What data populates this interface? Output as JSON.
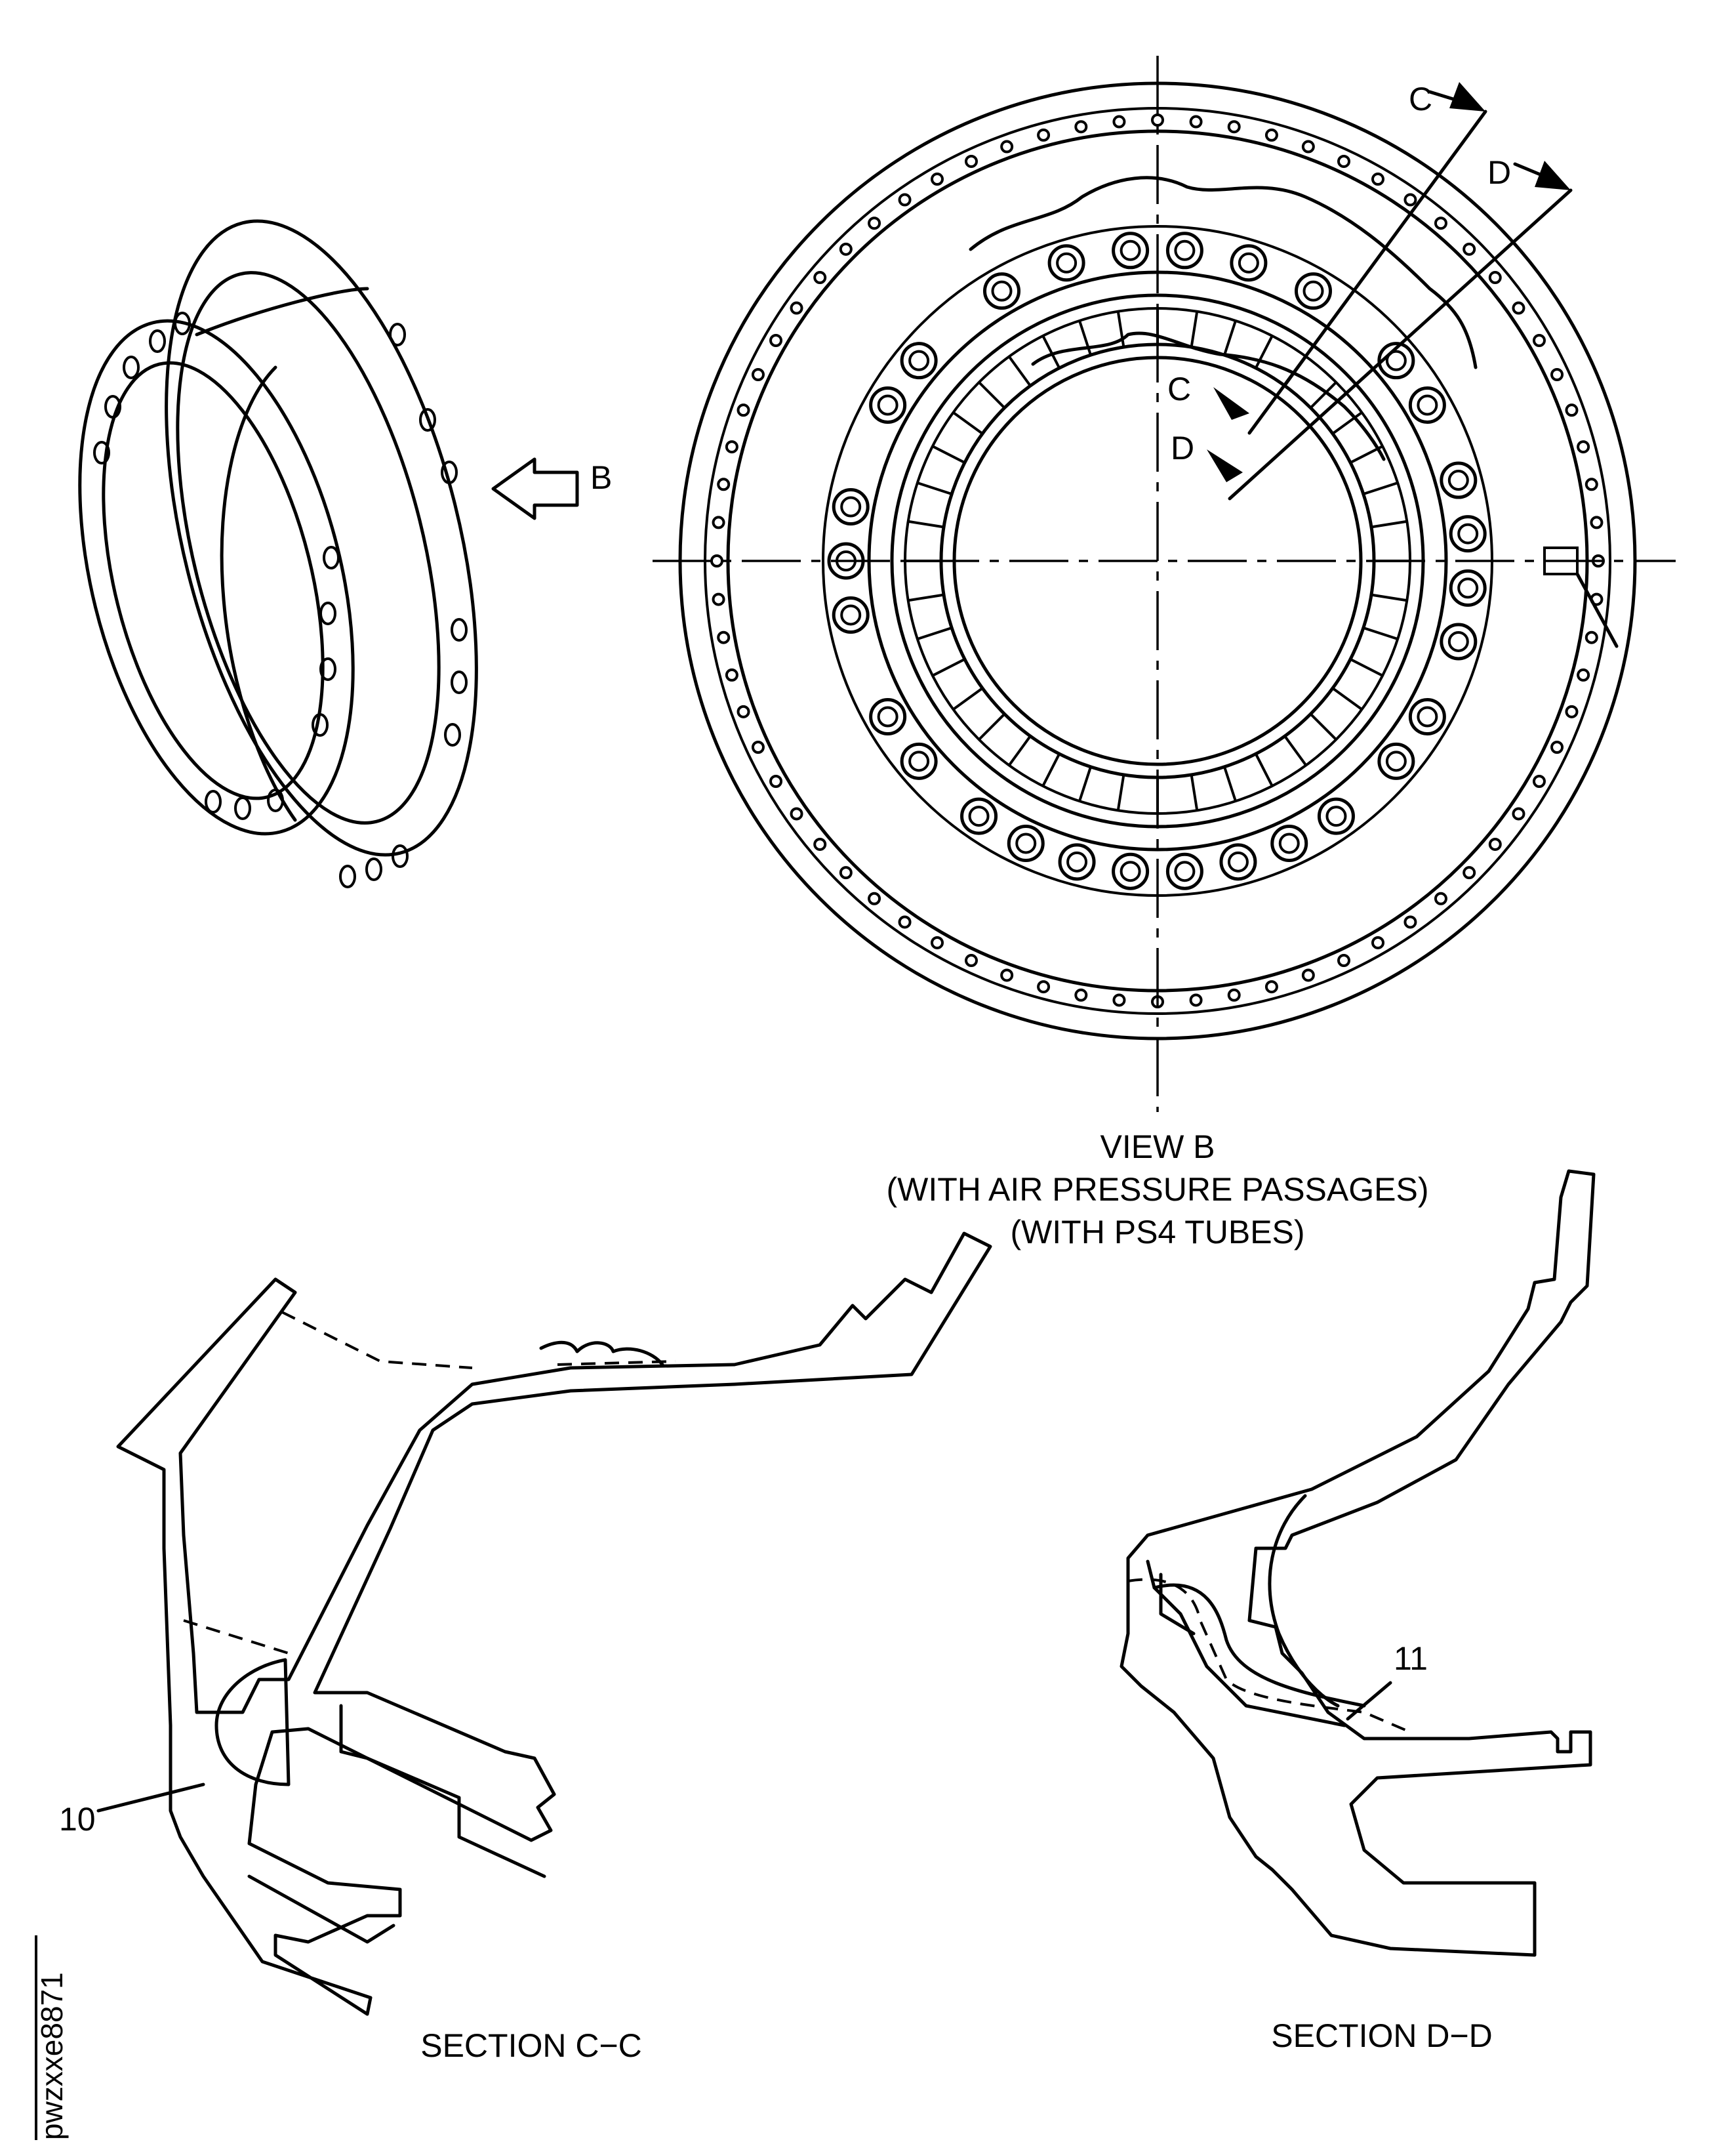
{
  "labels": {
    "view_arrow": "B",
    "cut_c_top": "C",
    "cut_d_top": "D",
    "cut_c_inner": "C",
    "cut_d_inner": "D",
    "item_10": "10",
    "item_11": "11"
  },
  "captions": {
    "view_b_line1": "VIEW B",
    "view_b_line2": "(WITH AIR PRESSURE PASSAGES)",
    "view_b_line3": "(WITH PS4 TUBES)",
    "section_cc": "SECTION C−C",
    "section_dd": "SECTION D−D"
  },
  "figure_code": "pwzxxe8871"
}
